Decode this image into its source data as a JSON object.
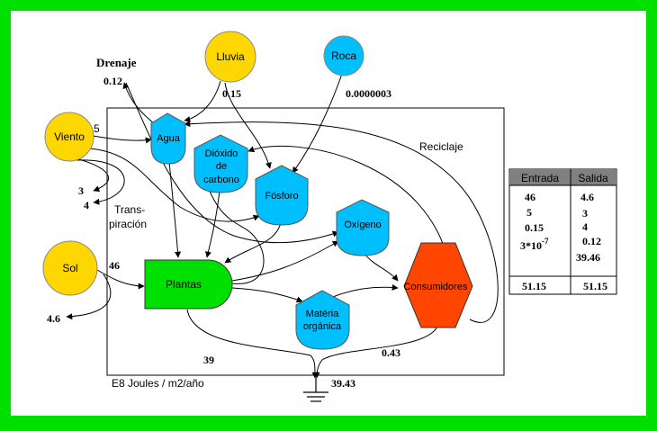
{
  "diagram": {
    "units_label": "E8 Joules / m2/año",
    "sources": {
      "lluvia": "Lluvia",
      "roca": "Roca",
      "viento": "Viento",
      "sol": "Sol"
    },
    "nodes": {
      "agua": "Agua",
      "dioxido_l1": "Dióxido",
      "dioxido_l2": "de",
      "dioxido_l3": "carbono",
      "fosforo": "Fósforo",
      "oxigeno": "Oxígeno",
      "plantas": "Plantas",
      "materia_l1": "Matéria",
      "materia_l2": "orgánica",
      "consumidores": "Consumidores"
    },
    "labels": {
      "drenaje": "Drenaje",
      "reciclaje": "Reciclaje",
      "transpiracion_l1": "Trans-",
      "transpiracion_l2": "piración"
    },
    "values": {
      "drenaje": "0.12",
      "lluvia": "0.15",
      "roca": "0.0000003",
      "viento": "5",
      "v3": "3",
      "v4": "4",
      "sol": "46",
      "sol_out": "4.6",
      "plant_sink": "39",
      "consumer_sink": "0.43",
      "ground_total": "39.43"
    },
    "colors": {
      "background": "#00e000",
      "source": "#ffd700",
      "storage": "#00bfff",
      "producer": "#00e000",
      "consumer": "#ff4500",
      "table_header": "#808080"
    }
  },
  "table": {
    "header_in": "Entrada",
    "header_out": "Salida",
    "entrada": [
      "46",
      "5",
      "0.15"
    ],
    "entrada_power_base": "3*10",
    "entrada_power_exp": "-7",
    "salida": [
      "4.6",
      "3",
      "4",
      "0.12",
      "39.46"
    ],
    "total_in": "51.15",
    "total_out": "51.15"
  }
}
